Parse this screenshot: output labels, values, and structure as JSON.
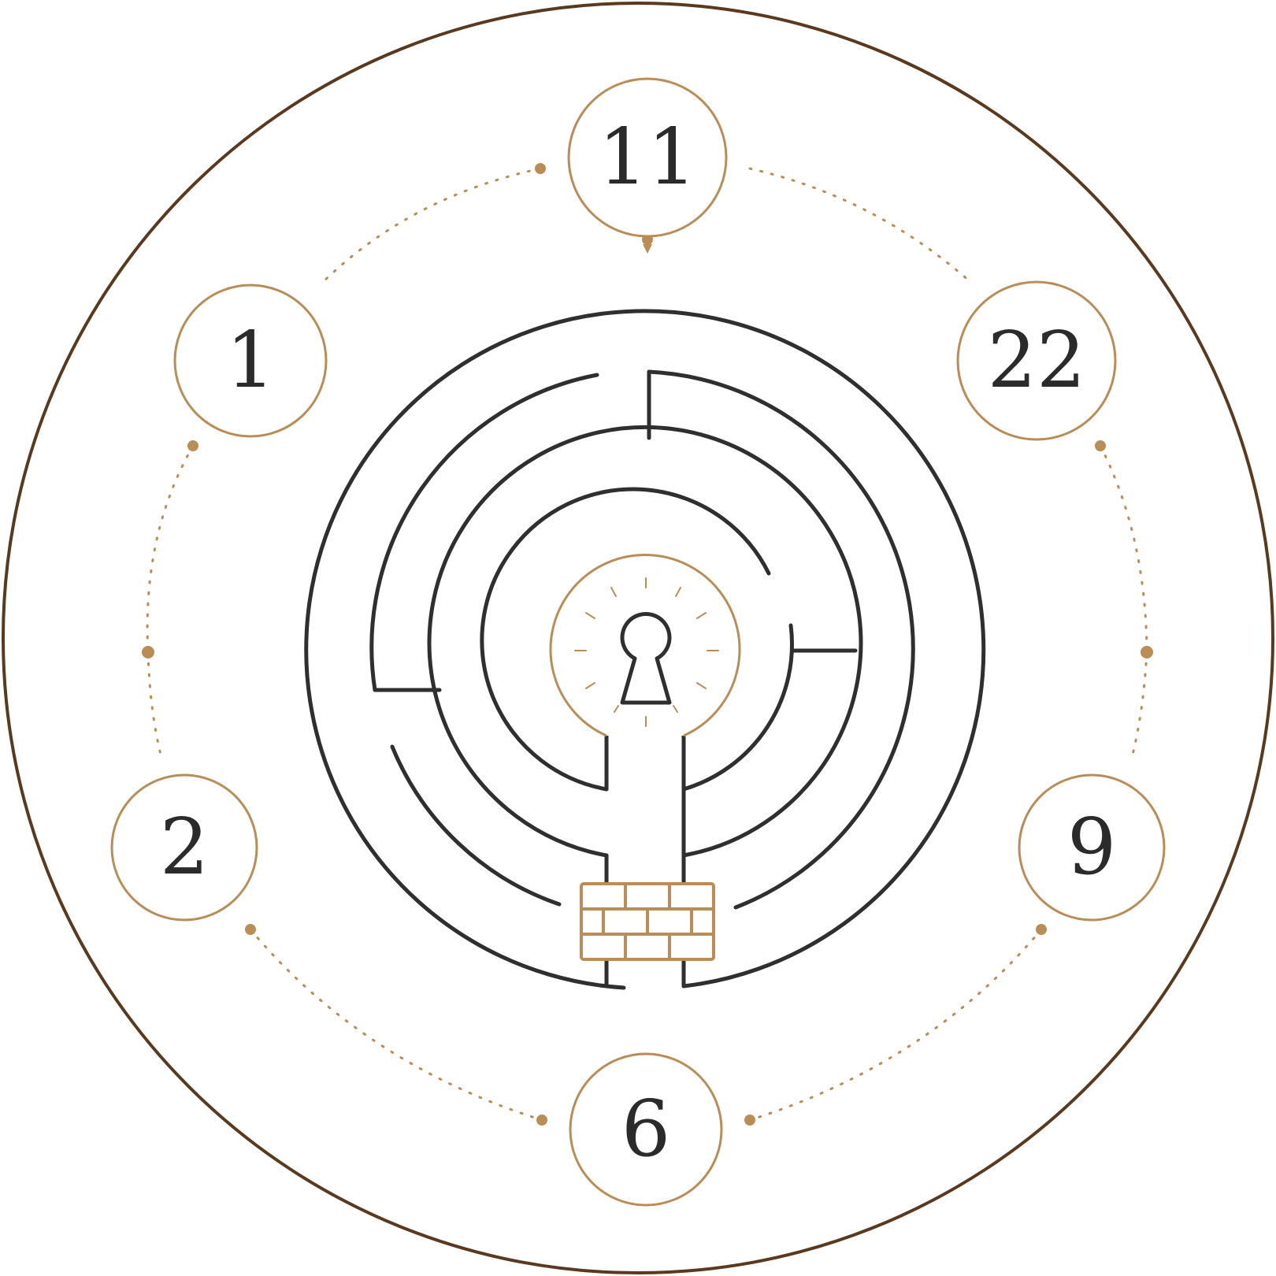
{
  "palette": {
    "background": "#ffffff",
    "frame": "#5a3a1e",
    "accent": "#b98d55",
    "maze": "#2f2f2f",
    "text": "#2b2b2b"
  },
  "numbers": [
    {
      "id": "top",
      "value": "11"
    },
    {
      "id": "top-right",
      "value": "22"
    },
    {
      "id": "bottom-right",
      "value": "9"
    },
    {
      "id": "bottom",
      "value": "6"
    },
    {
      "id": "bottom-left",
      "value": "2"
    },
    {
      "id": "top-left",
      "value": "1"
    }
  ],
  "icons": {
    "center": "keyhole-icon",
    "blocker": "brick-wall-icon"
  }
}
